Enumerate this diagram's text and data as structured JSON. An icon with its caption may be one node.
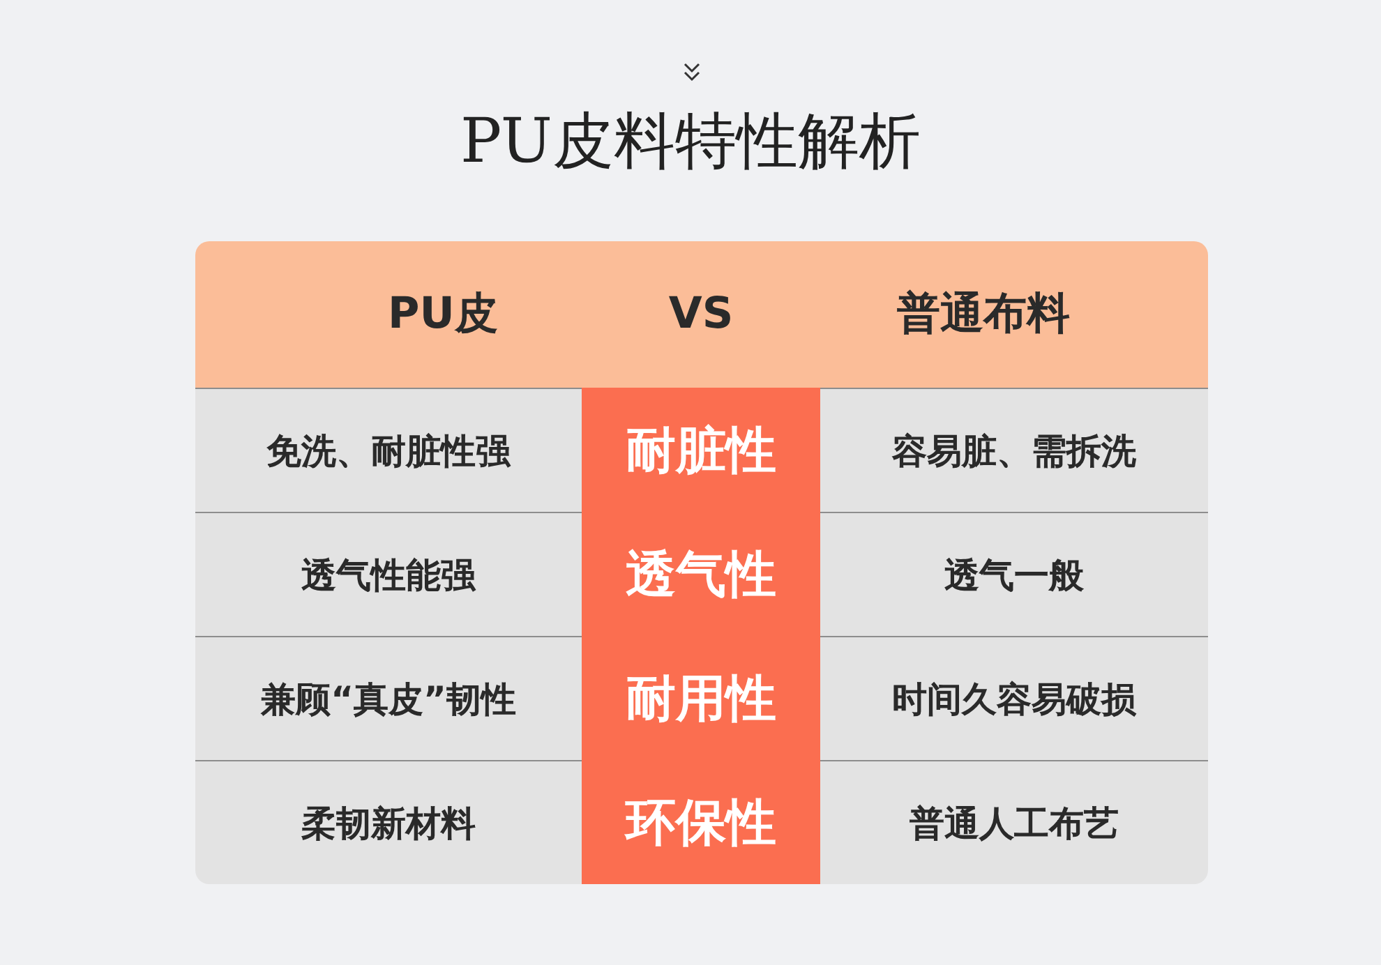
{
  "diagram": {
    "title": "PU皮料特性解析",
    "labels": [
      "PU皮",
      "VS",
      "普通布料",
      "免洗、耐脏性强",
      "耐脏性",
      "容易脏、需拆洗",
      "透气性能强",
      "透气性",
      "透气一般",
      "兼顾“真皮”韧性",
      "耐用性",
      "时间久容易破损",
      "柔韧新材料",
      "环保性",
      "普通人工布艺"
    ]
  }
}
